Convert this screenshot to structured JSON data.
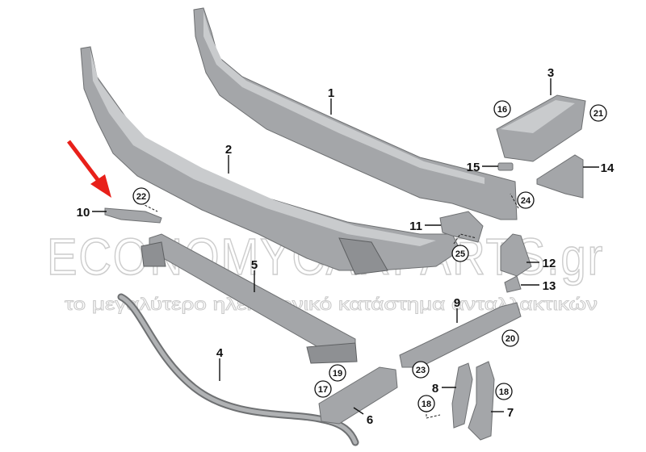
{
  "watermark": {
    "brand": "ECONOMYCARPARTS.gr",
    "tagline": "το μεγαλύτερο ηλεκτρονικό κατάστημα ανταλλακτικών"
  },
  "callouts": {
    "plain": [
      "1",
      "2",
      "3",
      "4",
      "5",
      "6",
      "7",
      "8",
      "9",
      "10",
      "11",
      "12",
      "13",
      "14",
      "15"
    ],
    "circled": [
      "16",
      "17",
      "18",
      "18",
      "19",
      "20",
      "21",
      "22",
      "23",
      "24",
      "25"
    ]
  },
  "colors": {
    "arrow": "#e8201a",
    "part": "#a4a6a9"
  }
}
